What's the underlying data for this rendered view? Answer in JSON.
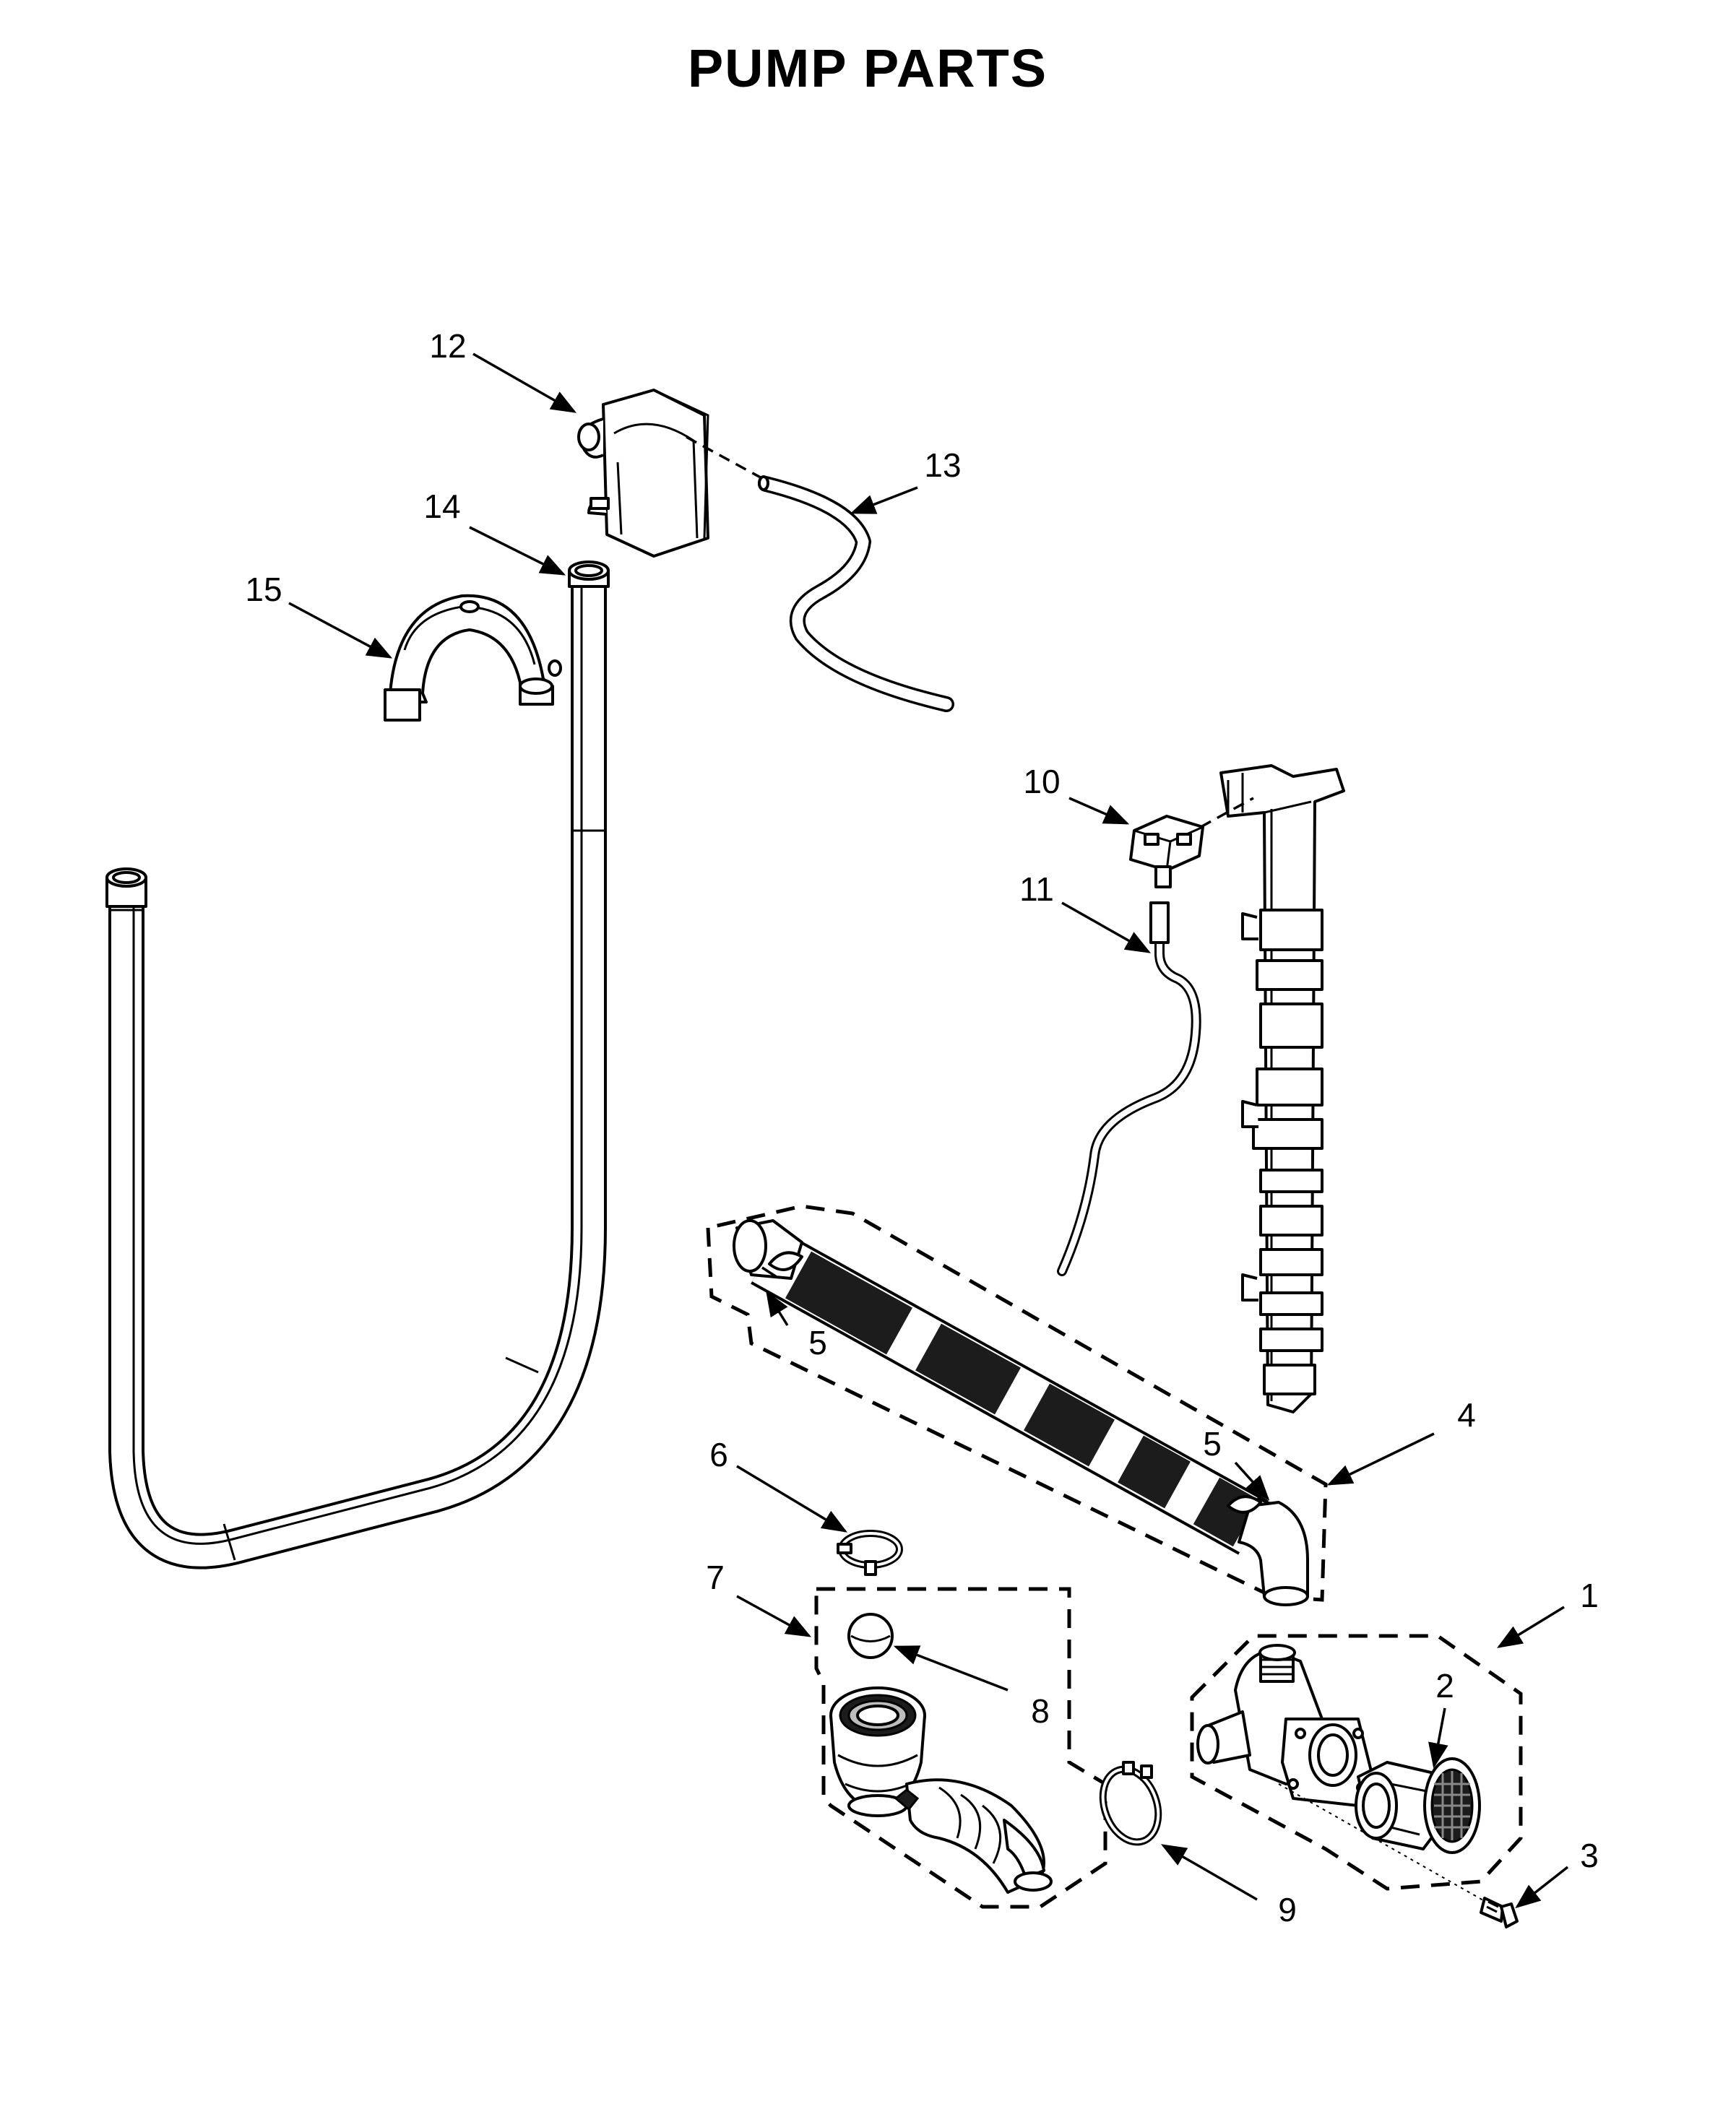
{
  "title": "PUMP PARTS",
  "callouts": {
    "c1": "1",
    "c2": "2",
    "c3": "3",
    "c4": "4",
    "c5a": "5",
    "c5b": "5",
    "c6": "6",
    "c7": "7",
    "c8": "8",
    "c9": "9",
    "c10": "10",
    "c11": "11",
    "c12": "12",
    "c13": "13",
    "c14": "14",
    "c15": "15"
  }
}
